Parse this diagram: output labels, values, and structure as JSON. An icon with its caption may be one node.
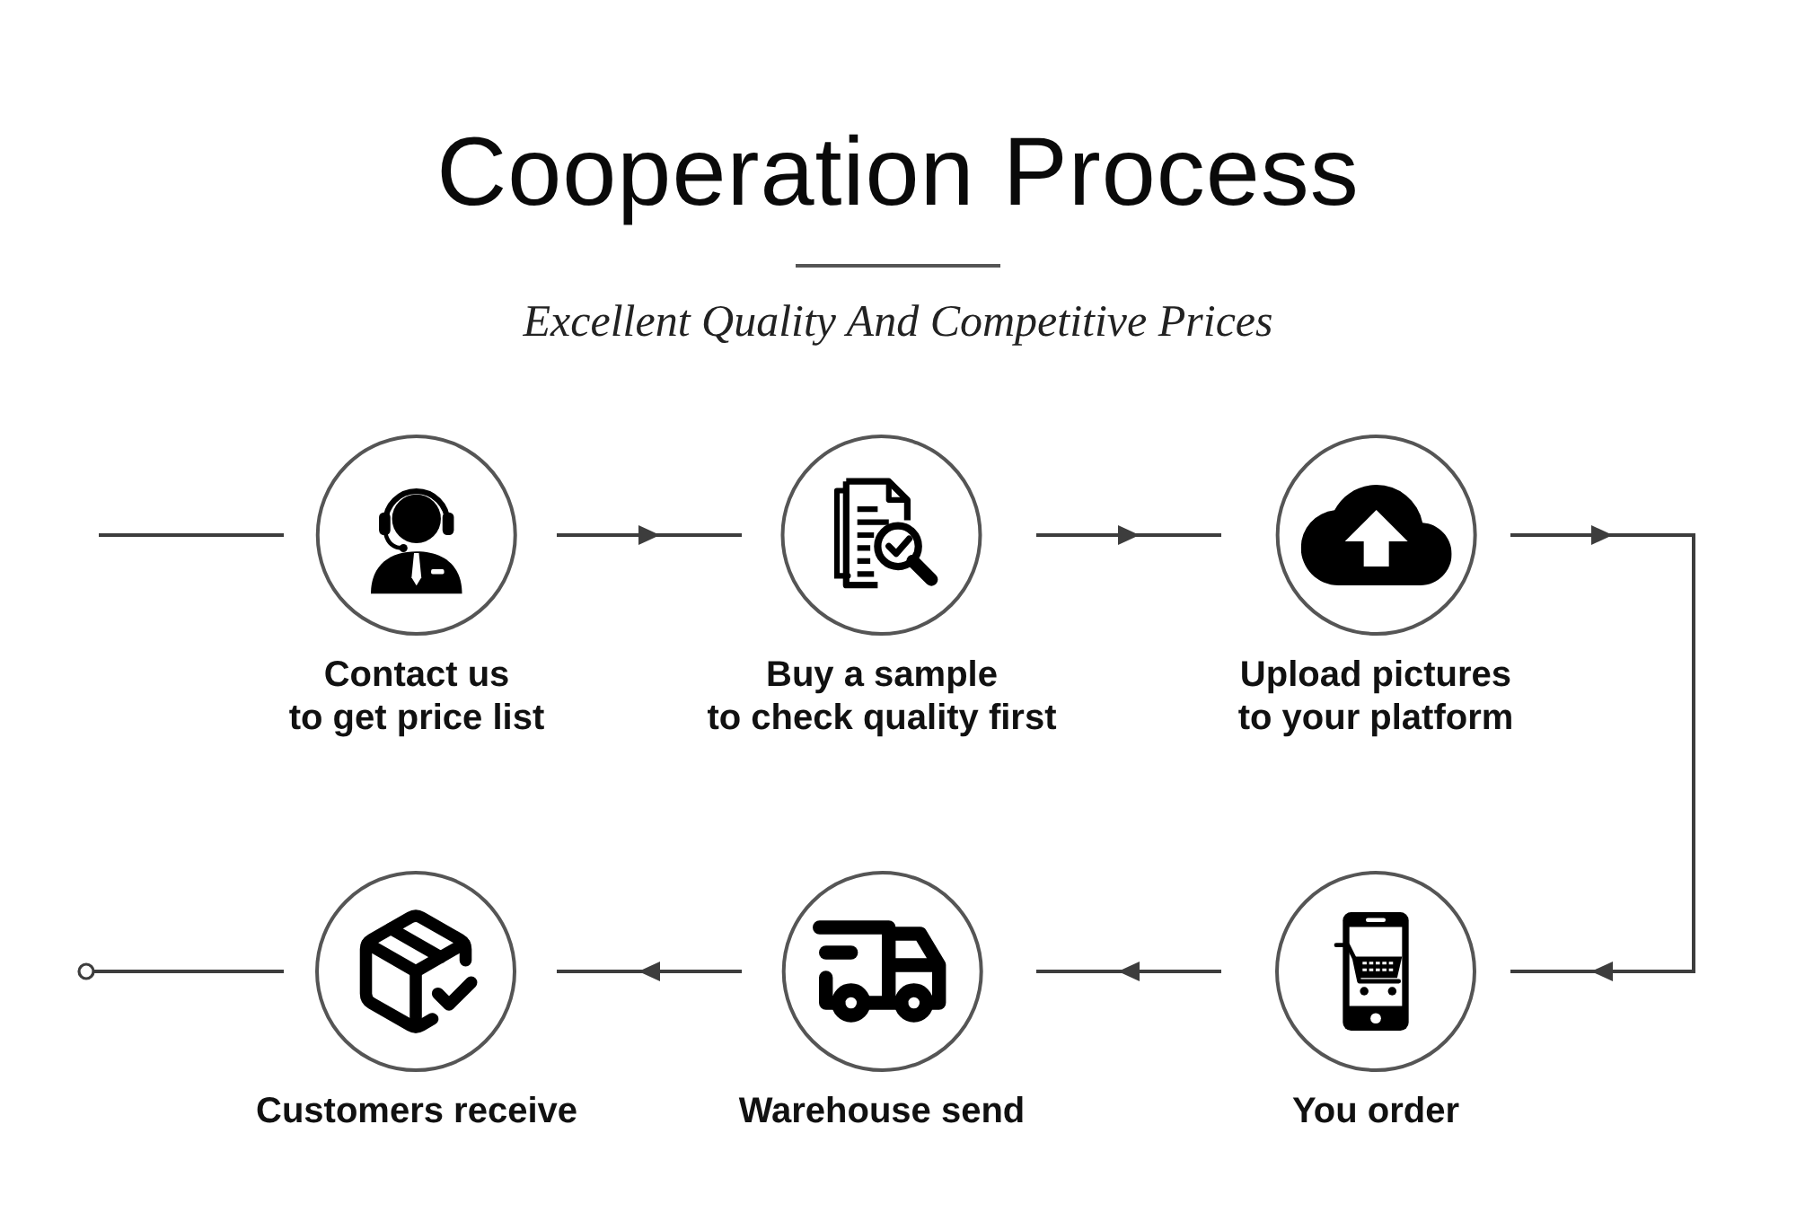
{
  "diagram": {
    "title": "Cooperation Process",
    "nodes": [
      {
        "text": [
          "Contact us to get price list"
        ]
      },
      {
        "text": [
          "Buy a sample to check quality first"
        ]
      },
      {
        "text": [
          "Upload pictures to your platform"
        ]
      },
      {
        "text": [
          "You order"
        ]
      },
      {
        "text": [
          "Warehouse send"
        ]
      },
      {
        "text": [
          "Customers receive"
        ]
      }
    ],
    "edges": [
      {
        "from": null,
        "to": 0,
        "arrow": "none"
      },
      {
        "from": 0,
        "to": 1,
        "arrow": "to"
      },
      {
        "from": 1,
        "to": 2,
        "arrow": "to"
      },
      {
        "from": 2,
        "to": 3,
        "arrow": "to"
      },
      {
        "from": 3,
        "to": 4,
        "arrow": "to"
      },
      {
        "from": 4,
        "to": 5,
        "arrow": "to"
      },
      {
        "from": 5,
        "to": null,
        "arrow": "other"
      }
    ],
    "labels": [
      "Excellent Quality And Competitive Prices"
    ]
  }
}
